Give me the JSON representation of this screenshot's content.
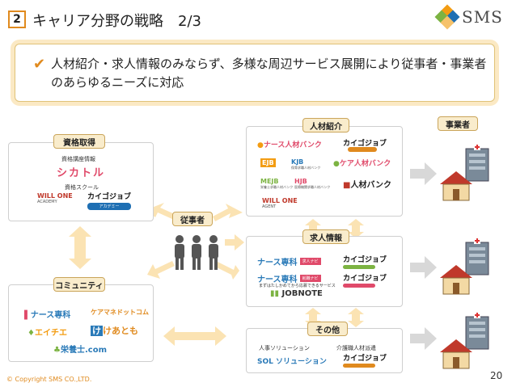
{
  "header": {
    "slide_number": "2",
    "title": "キャリア分野の戦略　2/3",
    "logo_text": "SMS"
  },
  "callout": {
    "text": "人材紹介・求人情報のみならず、多様な周辺サービス展開により従事者・事業者のあらゆるニーズに対応"
  },
  "left_top": {
    "tag": "資格取得",
    "course_info_label": "資格講座情報",
    "course_brand": "シカトル",
    "school_label": "資格スクール",
    "school_brand_1": "WILL ONE",
    "school_brand_1_sub": "ACADEMY",
    "school_brand_2": "カイゴジョブ",
    "school_brand_2_sub": "アカデミー"
  },
  "left_bottom": {
    "tag": "コミュニティ",
    "brand_1": "ナース専科",
    "brand_2": "ケアマネドットコム",
    "brand_3": "エイチエ",
    "brand_4": "けあとも",
    "brand_5": "栄養士.com"
  },
  "center": {
    "tag": "従事者"
  },
  "right_top": {
    "tag": "人材紹介",
    "brand_1": "ナース人材バンク",
    "brand_2": "カイゴジョブ",
    "brand_3": "ケア人材バンク",
    "brand_4": "人材バンク",
    "brand_5": "WILL ONE",
    "brand_5_sub": "AGENT",
    "letters_1": "EJB",
    "letters_2": "KJB",
    "letters_3": "MEJB",
    "letters_4": "HJB",
    "caption_1": "保育求職人材バンク",
    "caption_2": "栄養士求職人材バンク",
    "caption_3": "医療機関求職人材バンク"
  },
  "right_mid": {
    "tag": "求人情報",
    "brand_1": "ナース専科",
    "badge_1": "求人ナビ",
    "brand_2": "ナース専科",
    "badge_2": "就職ナビ",
    "brand_3": "カイゴジョブ",
    "brand_4": "カイゴジョブ",
    "brand_5": "JOBNOTE",
    "tagline": "まずはたしかめてから応募できるサービス"
  },
  "right_bottom": {
    "tag": "その他",
    "label_1": "人事ソリューション",
    "label_2": "介護職人材派遣",
    "brand_1": "SOL ソリューション",
    "brand_2": "カイゴジョブ"
  },
  "far_right": {
    "tag": "事業者"
  },
  "footer": {
    "copyright": "© Copyright SMS CO.,LTD.",
    "page_number": "20"
  },
  "colors": {
    "accent": "#e08a1e",
    "tag_bg": "#f9eccc",
    "arrow": "#fbe3b3",
    "sms_green": "#7cb342",
    "sms_blue": "#1e6fb3",
    "sms_orange": "#f39c12"
  }
}
